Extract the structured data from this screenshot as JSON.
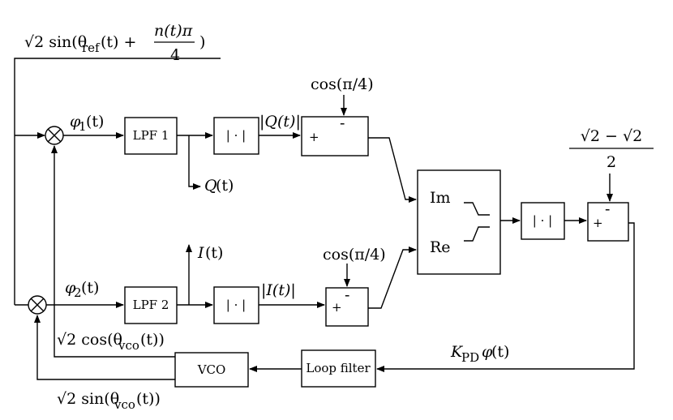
{
  "blocks": {
    "lpf1": "LPF 1",
    "lpf2": "LPF 2",
    "abs": "| · |",
    "im": "Im",
    "re": "Re",
    "vco": "VCO",
    "loop_filter": "Loop filter"
  },
  "operators": {
    "plus": "+",
    "minus": "-",
    "multiply": "⊗"
  },
  "labels": {
    "input_signal": "√2 sin(θref(t) + n(t)π/4)",
    "phi1": "φ1(t)",
    "phi2": "φ2(t)",
    "q": "Q(t)",
    "i": "I(t)",
    "abs_q": "|Q(t)|",
    "abs_i": "|I(t)|",
    "cos_pi4": "cos(π/4)",
    "const_numerator": "√2 − √2",
    "const_denominator": "2",
    "kpd": "KPDφ(t)",
    "vco_cos": "√2 cos(θvco(t))",
    "vco_sin": "√2 sin(θvco(t))"
  }
}
